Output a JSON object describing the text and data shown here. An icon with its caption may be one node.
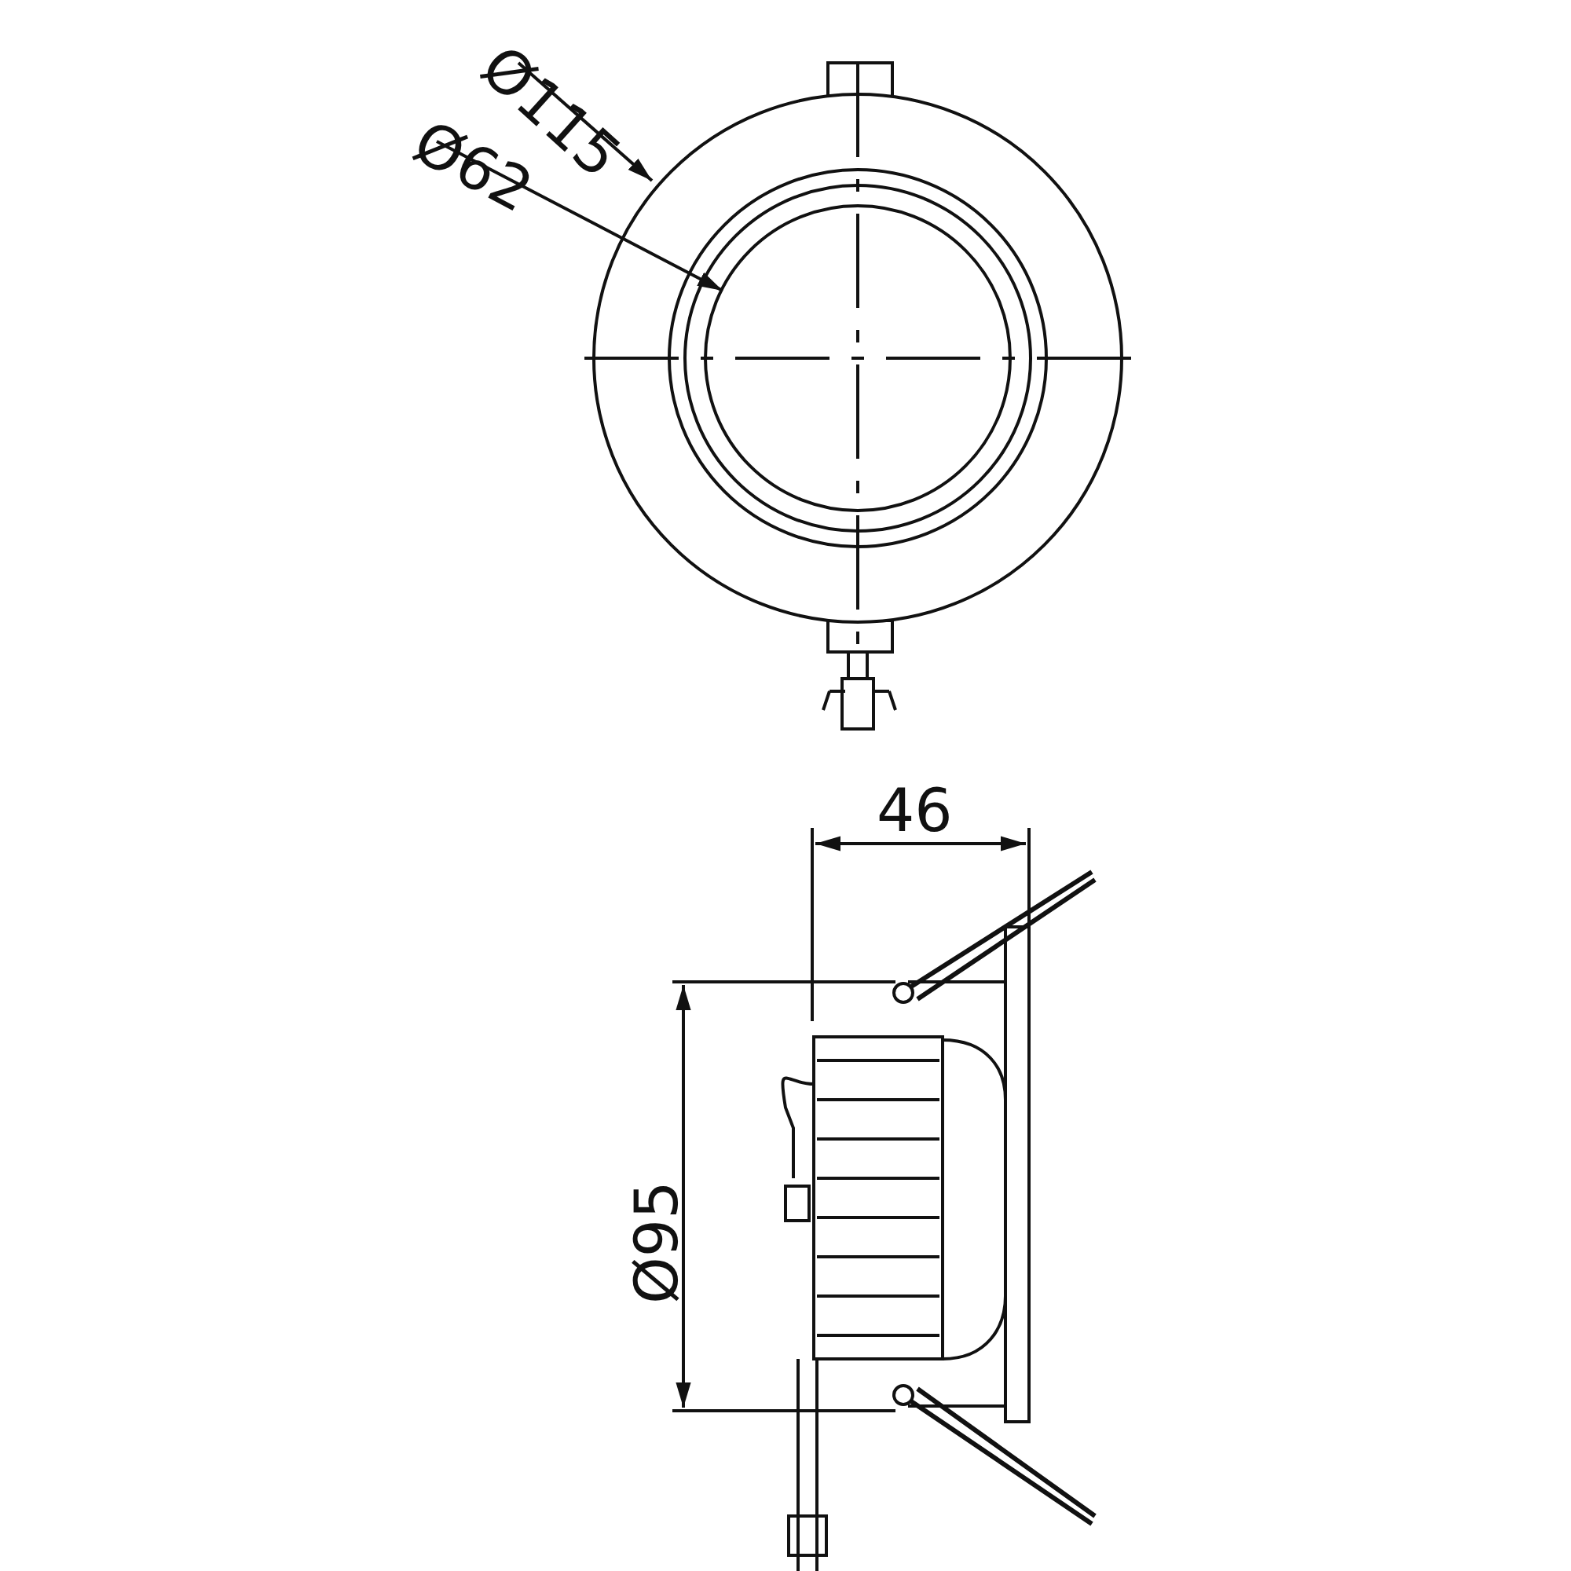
{
  "diagram": {
    "labels": [
      "Ø115",
      "Ø62",
      "46",
      "Ø95"
    ]
  }
}
